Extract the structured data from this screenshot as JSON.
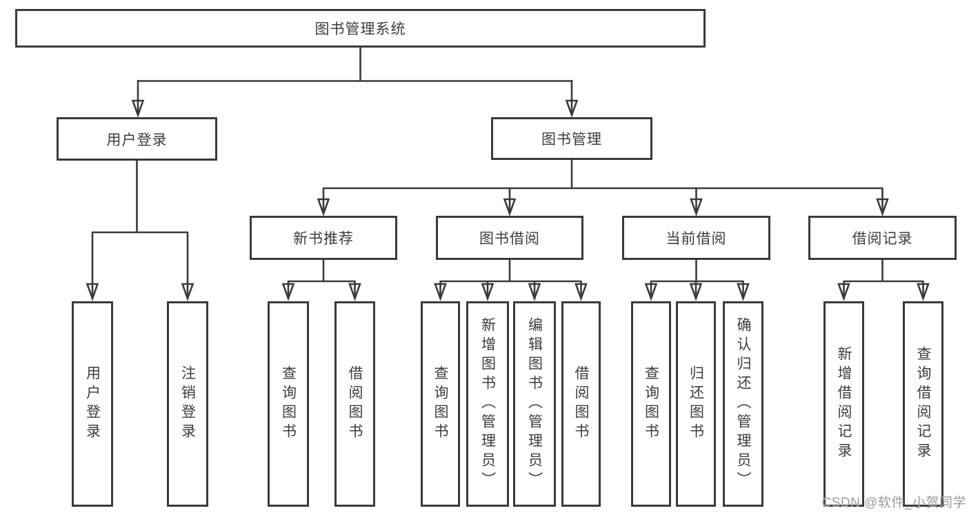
{
  "diagram_type": "functional-structure-tree",
  "colors": {
    "line": "#3a3a3a",
    "text": "#3c3c3c",
    "watermark_gray": "#9b9b9b",
    "background": "#ffffff"
  },
  "watermark": {
    "text": "CSDN @软件_小贺同学"
  },
  "tree": {
    "root": {
      "label": "图书管理系统",
      "children": [
        {
          "label": "用户登录",
          "children": [
            {
              "label": "用户登录"
            },
            {
              "label": "注销登录"
            }
          ]
        },
        {
          "label": "图书管理",
          "children": [
            {
              "label": "新书推荐",
              "children": [
                {
                  "label": "查询图书"
                },
                {
                  "label": "借阅图书"
                }
              ]
            },
            {
              "label": "图书借阅",
              "children": [
                {
                  "label": "查询图书"
                },
                {
                  "label": "新增图书（管理员）"
                },
                {
                  "label": "编辑图书（管理员）"
                },
                {
                  "label": "借阅图书"
                }
              ]
            },
            {
              "label": "当前借阅",
              "children": [
                {
                  "label": "查询图书"
                },
                {
                  "label": "归还图书"
                },
                {
                  "label": "确认归还（管理员）"
                }
              ]
            },
            {
              "label": "借阅记录",
              "children": [
                {
                  "label": "新增借阅记录"
                },
                {
                  "label": "查询借阅记录"
                }
              ]
            }
          ]
        }
      ]
    }
  }
}
